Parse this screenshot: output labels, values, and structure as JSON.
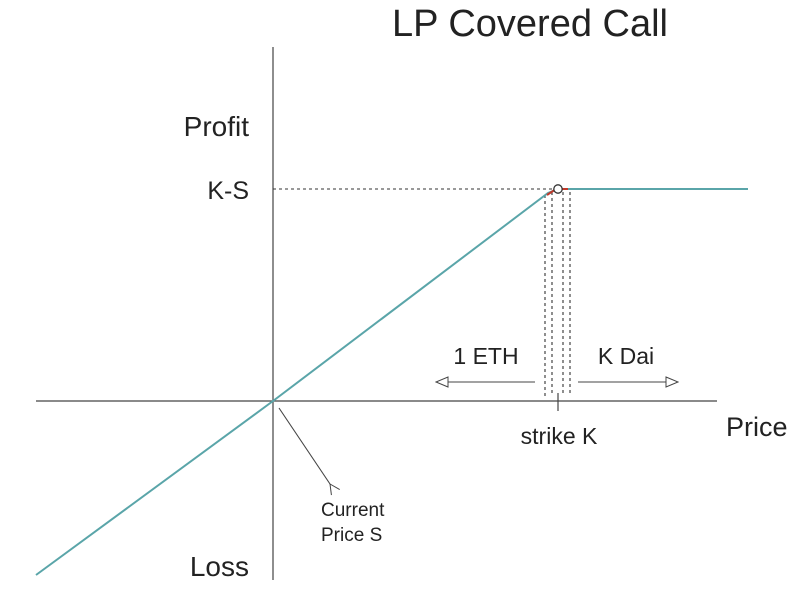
{
  "title": "LP Covered Call",
  "labels": {
    "profit": "Profit",
    "loss": "Loss",
    "price": "Price",
    "k_minus_s": "K-S",
    "strike": "strike K",
    "one_eth": "1 ETH",
    "k_dai": "K Dai",
    "current_line1": "Current",
    "current_line2": "Price S"
  },
  "colors": {
    "payoff": "#5aa5a9",
    "axis": "#444444",
    "highlight": "#c0392b",
    "text": "#222222"
  }
}
